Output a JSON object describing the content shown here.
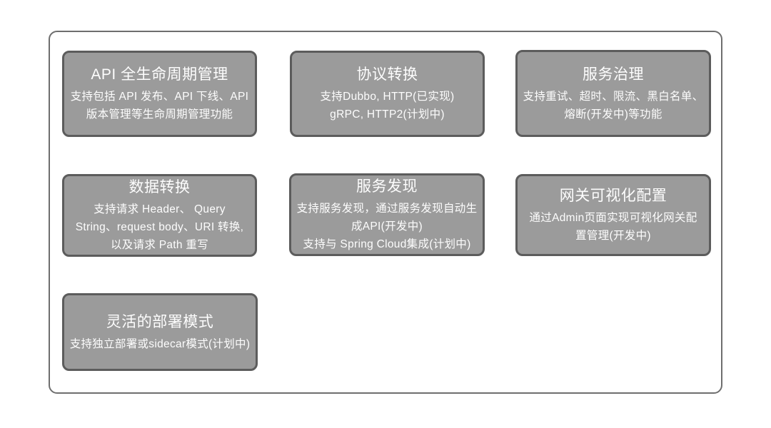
{
  "diagram": {
    "description_colors": {
      "box_fill": "#9b9b9b",
      "box_border": "#5c5c5c",
      "frame_border": "#6e6e6e",
      "text": "#fdfdfd",
      "background": "#ffffff"
    }
  },
  "boxes": [
    {
      "id": "api-lifecycle",
      "title": "API 全生命周期管理",
      "lines": [
        "支持包括 API 发布、API 下线、API",
        "版本管理等生命周期管理功能"
      ]
    },
    {
      "id": "protocol-conversion",
      "title": "协议转换",
      "lines": [
        "支持Dubbo, HTTP(已实现)",
        "gRPC, HTTP2(计划中)"
      ]
    },
    {
      "id": "service-governance",
      "title": "服务治理",
      "lines": [
        "支持重试、超时、限流、黑白名单、",
        "熔断(开发中)等功能"
      ]
    },
    {
      "id": "data-transformation",
      "title": "数据转换",
      "lines": [
        "支持请求 Header、 Query",
        "String、request body、URI 转换,",
        "以及请求 Path 重写"
      ]
    },
    {
      "id": "service-discovery",
      "title": "服务发现",
      "lines": [
        "支持服务发现，通过服务发现自动生",
        "成API(开发中)",
        "支持与 Spring Cloud集成(计划中)"
      ]
    },
    {
      "id": "gateway-visual-config",
      "title": "网关可视化配置",
      "lines": [
        "通过Admin页面实现可视化网关配",
        "置管理(开发中)"
      ]
    },
    {
      "id": "flexible-deployment",
      "title": "灵活的部署模式",
      "lines": [
        "支持独立部署或sidecar模式(计划中)"
      ]
    }
  ]
}
